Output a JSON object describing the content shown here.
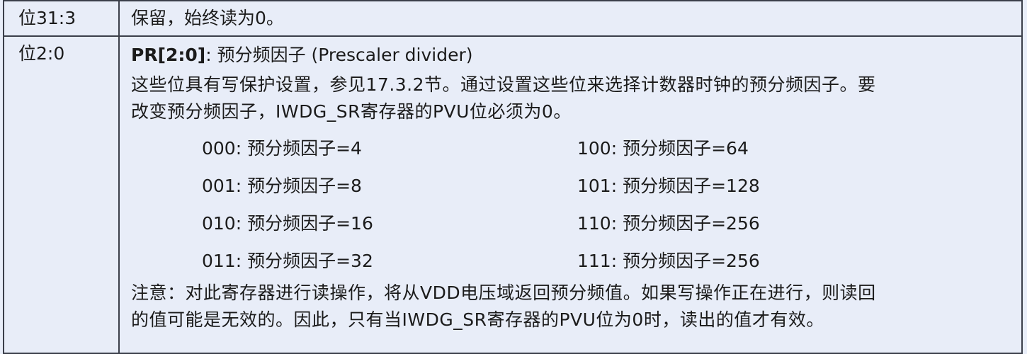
{
  "rows": [
    {
      "bits": "位31:3",
      "description": "保留，始终读为0。"
    },
    {
      "bits": "位2:0",
      "field_name": "PR[2:0]",
      "field_title": ": 预分频因子 (Prescaler divider)",
      "para_line1": "这些位具有写保护设置，参见17.3.2节。通过设置这些位来选择计数器时钟的预分频因子。要",
      "para_line2": "改变预分频因子，IWDG_SR寄存器的PVU位必须为0。",
      "values": [
        "000: 预分频因子=4",
        "100: 预分频因子=64",
        "001: 预分频因子=8",
        "101: 预分频因子=128",
        "010: 预分频因子=16",
        "110: 预分频因子=256",
        "011: 预分频因子=32",
        "111: 预分频因子=256"
      ],
      "note_line1": "注意：对此寄存器进行读操作，将从VDD电压域返回预分频值。如果写操作正在进行，则读回",
      "note_line2": "的值可能是无效的。因此，只有当IWDG_SR寄存器的PVU位为0时，读出的值才有效。"
    }
  ]
}
